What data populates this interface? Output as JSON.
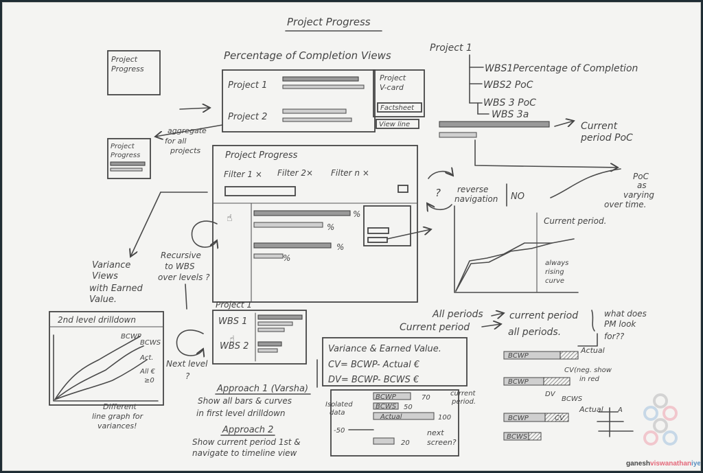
{
  "watermark": {
    "part1": "ganesh",
    "part2": "viswanathan",
    "part3": "iyer"
  },
  "colors": {
    "watermark_red": "#e4687a",
    "watermark_blue": "#5a8fc0",
    "pencil": "#444444"
  },
  "sketch": {
    "title": "Project Progress",
    "tile1": {
      "line1": "Project",
      "line2": "Progress"
    },
    "tile2": {
      "line1": "Project",
      "line2": "Progress"
    },
    "aggregate": {
      "line1": "aggregate",
      "line2": "for all",
      "line3": "projects"
    },
    "completion": {
      "title": "Percentage of Completion Views",
      "project1": "Project 1",
      "project2": "Project 2"
    },
    "vcard": {
      "line1": "Project",
      "line2": "V-card",
      "factsheet": "Factsheet",
      "viewline": "View line"
    },
    "tree": {
      "root": "Project 1",
      "wbs1": "WBS1Percentage of Completion",
      "wbs2": "WBS2 PoC",
      "wbs3": "WBS 3 PoC",
      "wbs3a": "WBS 3a"
    },
    "current_poc": {
      "line1": "Current",
      "line2": "period PoC"
    },
    "poc_time": {
      "line1": "PoC",
      "line2": "as",
      "line3": "varying",
      "line4": "over time."
    },
    "pp_panel": {
      "title": "Project Progress",
      "filter1": "Filter 1 ×",
      "filter2": "Filter 2×",
      "filtern": "Filter n ×",
      "pct": "%"
    },
    "reverse": {
      "q": "?",
      "line1": "reverse",
      "line2": "navigation",
      "no": "NO"
    },
    "current_period": "Current period.",
    "rising": {
      "line1": "always",
      "line2": "rising",
      "line3": "curve"
    },
    "recursive": {
      "line1": "Recursive",
      "line2": "to WBS",
      "line3": "over levels ?"
    },
    "variance_views": {
      "line1": "Variance",
      "line2": "Views",
      "line3": "with Earned",
      "line4": "Value."
    },
    "drilldown": {
      "title": "2nd level drilldown",
      "bcwp": "BCWP",
      "bcws": "BCWS",
      "act": "Act.",
      "alle": "All €",
      "ge0": "≥0",
      "diff1": "Different",
      "diff2": "line graph for",
      "diff3": "variances!"
    },
    "wbs_list": {
      "project": "Project 1",
      "wbs1": "WBS 1",
      "wbs2": "WBS 2"
    },
    "next_level": {
      "line1": "Next level",
      "q": "?"
    },
    "approach1": {
      "title": "Approach 1 (Varsha)",
      "line1": "Show all bars & curves",
      "line2": "in first level drilldown"
    },
    "approach2": {
      "title": "Approach 2",
      "line1": "Show current period 1st &",
      "line2": "navigate to timeline view"
    },
    "periods": {
      "all1": "All periods",
      "cur1": "current period",
      "cur2": "Current period",
      "all2": "all periods.",
      "q1": "what does",
      "q2": "PM look",
      "q3": "for??"
    },
    "variance": {
      "title": "Variance & Earned Value.",
      "cv": "CV= BCWP- Actual €",
      "dv": "DV= BCWP- BCWS €",
      "isolated1": "Isolated",
      "isolated2": "data",
      "bcwp": "BCWP",
      "v70": "70",
      "bcws": "BCWS",
      "v50": "50",
      "actual": "Actual",
      "v100": "100",
      "neg50": "-50",
      "v20": "20",
      "current1": "current",
      "current2": "period.",
      "next1": "next",
      "next2": "screen?"
    },
    "right_bars": {
      "actual": "Actual",
      "bcwp": "BCWP",
      "cv": "CV",
      "neg1": "(neg. show",
      "neg2": "in red",
      "dv": "DV",
      "bcws": "BCWS",
      "actual2": "Actual",
      "bcwp2": "BCWP",
      "cv2": "CV",
      "bcws2": "BCWS",
      "a": "A"
    }
  }
}
